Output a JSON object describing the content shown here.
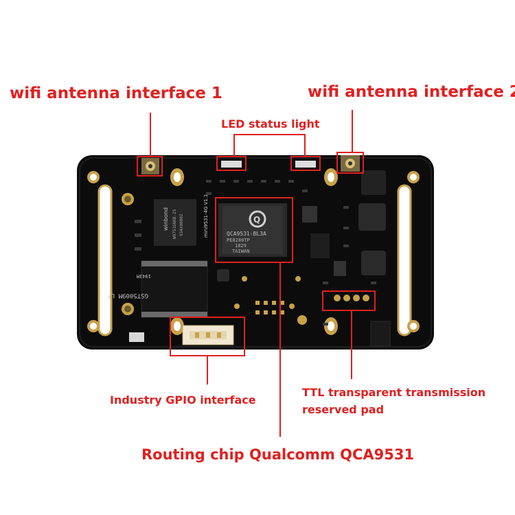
{
  "labels": {
    "wifi_antenna_1": "wifi antenna interface 1",
    "wifi_antenna_2": "wifi antenna interface 2",
    "led_status": "LED status light",
    "gpio": "Industry GPIO interface",
    "ttl_line1": "TTL transparent transmission",
    "ttl_line2": "reserved pad",
    "routing_chip": "Routing chip Qualcomm QCA9531"
  },
  "chips": {
    "main_chip_line1": "QCA9531-BL3A",
    "main_chip_line2": "PE8280TP",
    "main_chip_line3": "1829",
    "main_chip_line4": "TAIWAN",
    "main_chip_logo": "Q",
    "flash_brand": "winbond",
    "flash_code1": "W9751G6KB-25",
    "flash_code2": "934X0000Z",
    "transformer_code": "GST5009M LF",
    "transformer_date": "1943M",
    "silk_model": "mini9531-4G V1.1"
  },
  "colors": {
    "annotation": "#e02020",
    "board": "#0c0c0c",
    "gold": "#c8a24a"
  }
}
